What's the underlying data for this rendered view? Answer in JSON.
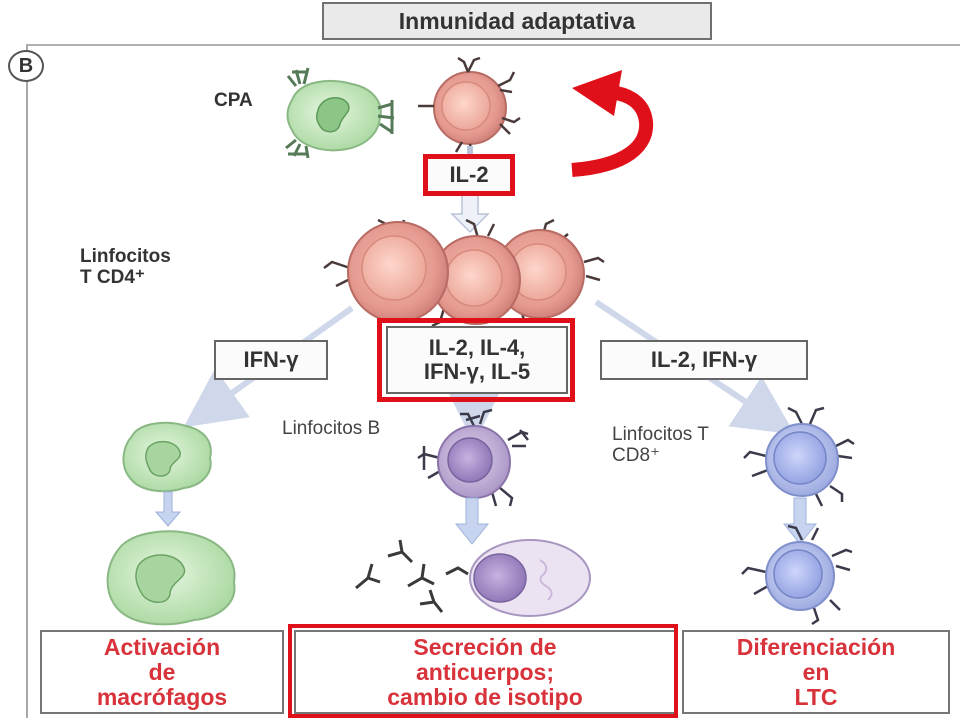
{
  "title": "Inmunidad adaptativa",
  "panel_label": "B",
  "labels": {
    "cpa": "CPA",
    "t_cd4": "Linfocitos\nT CD4⁺",
    "b_cells": "Linfocitos B",
    "t_cd8": "Linfocitos T\nCD8⁺"
  },
  "cytokines": {
    "il2": "IL-2",
    "left": "IFN-γ",
    "center": "IL-2,  IL-4,\nIFN-γ, IL-5",
    "right": "IL-2, IFN-γ"
  },
  "outcomes": {
    "left": "Activación\nde\nmacrófagos",
    "center": "Secreción de\nanticuerpos;\ncambio de isotipo",
    "right": "Diferenciación\nen\nLTC"
  },
  "colors": {
    "highlight": "#e0101a",
    "outcome_text": "#d8323a",
    "t_cell": "#e9a29a",
    "b_cell": "#c7b4d8",
    "cd8_cell": "#b8c2ec",
    "macrophage": "#c9e9c2",
    "arrow": "#b9c9e6"
  },
  "icons": [
    "curved-red-arrow",
    "down-arrow"
  ]
}
